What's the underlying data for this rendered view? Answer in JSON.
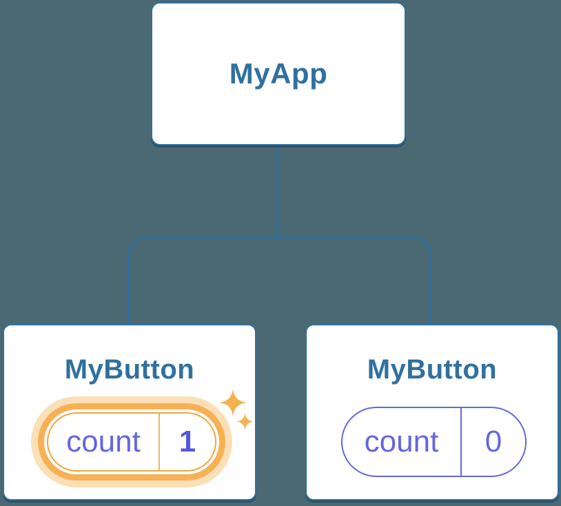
{
  "diagram": {
    "type": "component-tree",
    "background_color": "#4b6972",
    "node_border_color": "#2e6e9e",
    "node_text_color": "#30709f",
    "connector_color": "#2e6e9e",
    "root": {
      "label": "MyApp"
    },
    "children": [
      {
        "label": "MyButton",
        "state": {
          "name": "count",
          "value": "1"
        },
        "highlighted": true,
        "highlight_color": "#f6b155",
        "glow_color": "#fbdfb6",
        "state_text_color": "#6366e1",
        "value_text_color": "#5559de",
        "icon": "sparkle-icon",
        "sparkle_color": "#f7b04e"
      },
      {
        "label": "MyButton",
        "state": {
          "name": "count",
          "value": "0"
        },
        "highlighted": false,
        "accent_color": "#6366e1",
        "state_text_color": "#6366e1"
      }
    ]
  }
}
